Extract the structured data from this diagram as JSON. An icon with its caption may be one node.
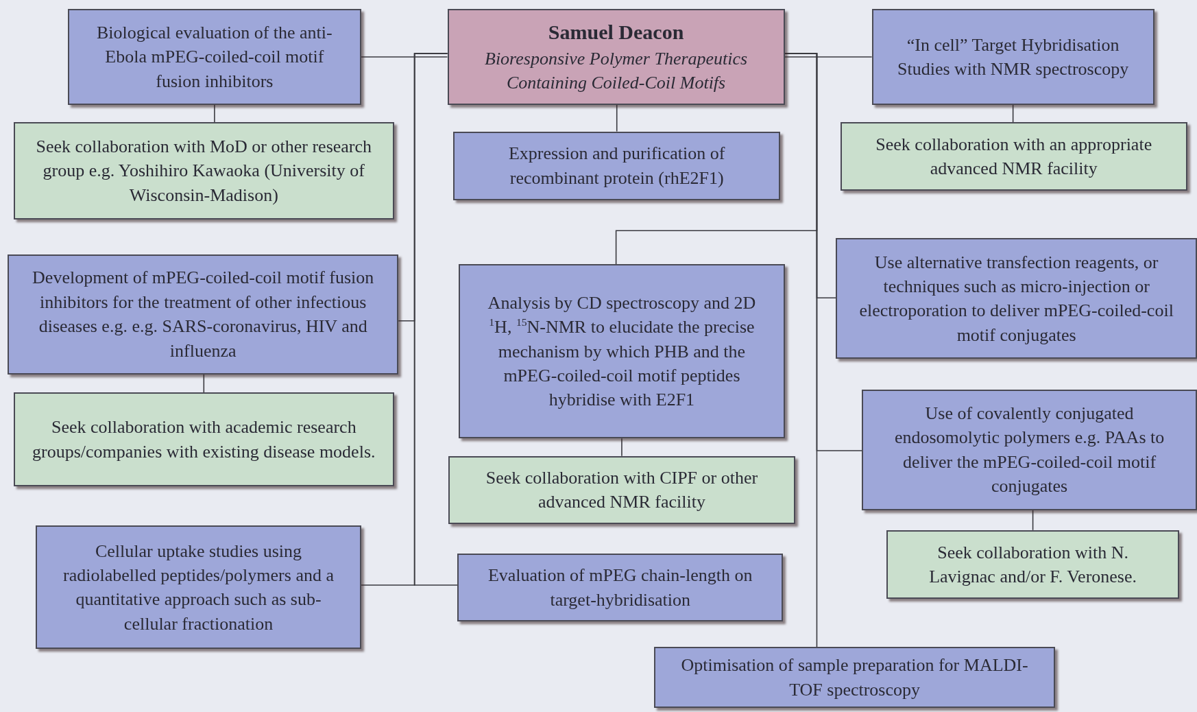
{
  "diagram": {
    "nodes": [
      {
        "text": [
          "Biological evaluation of the anti-Ebola mPEG-coiled-coil motif fusion inhibitors"
        ]
      },
      {
        "text": [
          "Samuel Deacon",
          "Bioresponsive Polymer Therapeutics Containing Coiled-Coil Motifs"
        ]
      },
      {
        "text": [
          "“In cell” Target Hybridisation Studies with NMR spectroscopy"
        ]
      },
      {
        "text": [
          "Seek collaboration with MoD or other research group e.g. Yoshihiro Kawaoka (University of Wisconsin-Madison)"
        ]
      },
      {
        "text": [
          "Expression and purification of recombinant protein (rhE2F1)"
        ]
      },
      {
        "text": [
          "Seek collaboration with an appropriate advanced NMR facility"
        ]
      },
      {
        "text": [
          "Development of mPEG-coiled-coil motif fusion inhibitors for the treatment of other infectious diseases e.g. e.g. SARS-coronavirus, HIV and influenza"
        ]
      },
      {
        "text": [
          "Analysis by CD spectroscopy and 2D $^{1}$H, $^{15}$N-NMR to elucidate the precise mechanism by which PHB and the mPEG-coiled-coil motif peptides hybridise with E2F1"
        ]
      },
      {
        "text": [
          "Use alternative transfection reagents, or techniques such as micro-injection or electroporation to deliver mPEG-coiled-coil motif conjugates"
        ]
      },
      {
        "text": [
          "Seek collaboration with academic research groups/companies with existing disease models."
        ]
      },
      {
        "text": [
          "Use of covalently conjugated endosomolytic polymers e.g. PAAs to deliver the mPEG-coiled-coil motif conjugates"
        ]
      },
      {
        "text": [
          "Seek collaboration with CIPF or other advanced NMR facility"
        ]
      },
      {
        "text": [
          "Seek collaboration with N. Lavignac and/or F. Veronese."
        ]
      },
      {
        "text": [
          "Cellular uptake studies using radiolabelled peptides/polymers and a quantitative approach such as sub-cellular fractionation"
        ]
      },
      {
        "text": [
          "Evaluation of mPEG chain-length on target-hybridisation"
        ]
      },
      {
        "text": [
          "Optimisation of sample preparation for MALDI-TOF spectroscopy"
        ]
      }
    ],
    "edges": [
      {
        "from": 1,
        "to": 0,
        "arrow": "none"
      },
      {
        "from": 1,
        "to": 2,
        "arrow": "none"
      },
      {
        "from": 0,
        "to": 3,
        "arrow": "none"
      },
      {
        "from": 1,
        "to": 4,
        "arrow": "none"
      },
      {
        "from": 2,
        "to": 5,
        "arrow": "none"
      },
      {
        "from": 1,
        "to": 6,
        "arrow": "none"
      },
      {
        "from": 1,
        "to": 13,
        "arrow": "none"
      },
      {
        "from": 1,
        "to": 14,
        "arrow": "none"
      },
      {
        "from": 6,
        "to": 9,
        "arrow": "none"
      },
      {
        "from": 1,
        "to": 7,
        "arrow": "none"
      },
      {
        "from": 1,
        "to": 8,
        "arrow": "none"
      },
      {
        "from": 1,
        "to": 10,
        "arrow": "none"
      },
      {
        "from": 1,
        "to": 15,
        "arrow": "none"
      },
      {
        "from": 7,
        "to": 11,
        "arrow": "none"
      },
      {
        "from": 10,
        "to": 12,
        "arrow": "none"
      }
    ]
  }
}
